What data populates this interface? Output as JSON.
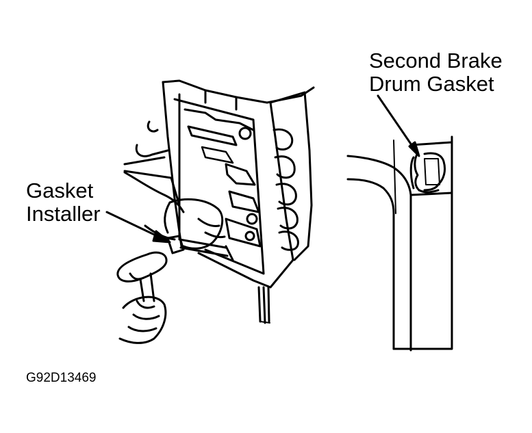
{
  "labels": {
    "second_brake_line1": "Second Brake",
    "second_brake_line2": "Drum Gasket",
    "gasket_line1": "Gasket",
    "gasket_line2": "Installer",
    "figure_code": "G92D13469"
  },
  "colors": {
    "ink": "#000000",
    "paper": "#ffffff"
  }
}
